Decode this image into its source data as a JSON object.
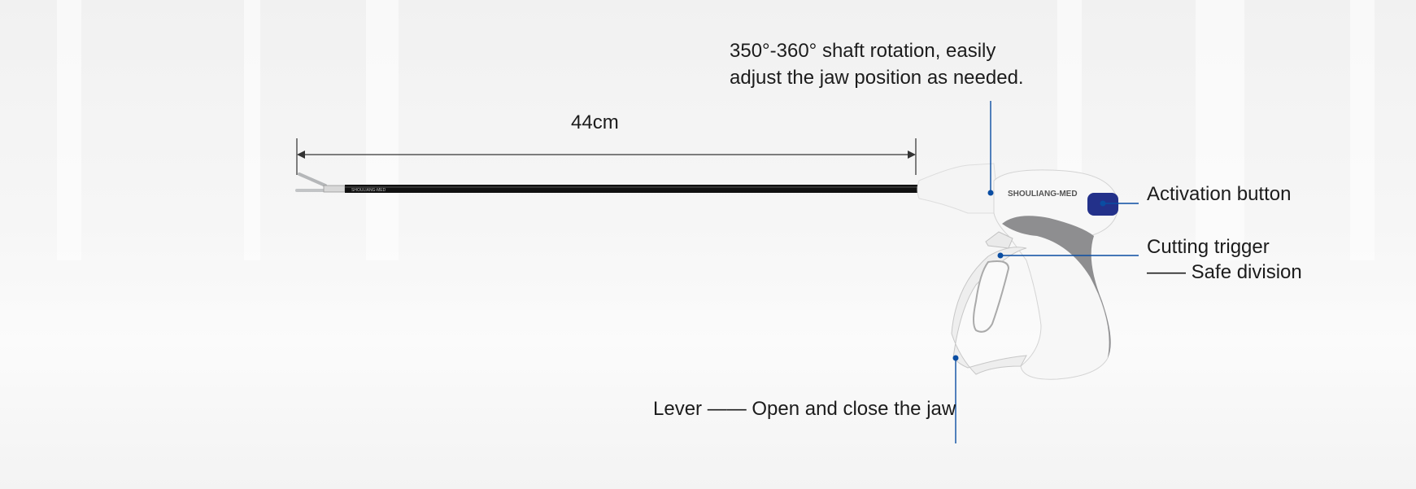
{
  "dimension": {
    "label": "44cm"
  },
  "brand": "SHOULIANG-MED",
  "callouts": {
    "rotation": [
      "350°-360° shaft rotation, easily",
      "adjust the jaw position as needed."
    ],
    "activation": "Activation button",
    "cutting": [
      "Cutting trigger",
      "—— Safe division"
    ],
    "lever": "Lever —— Open and close the jaw"
  },
  "colors": {
    "accent": "#0a4da2",
    "button": "#23318a",
    "shaft": "#111111",
    "grip": "#8e8e90"
  }
}
